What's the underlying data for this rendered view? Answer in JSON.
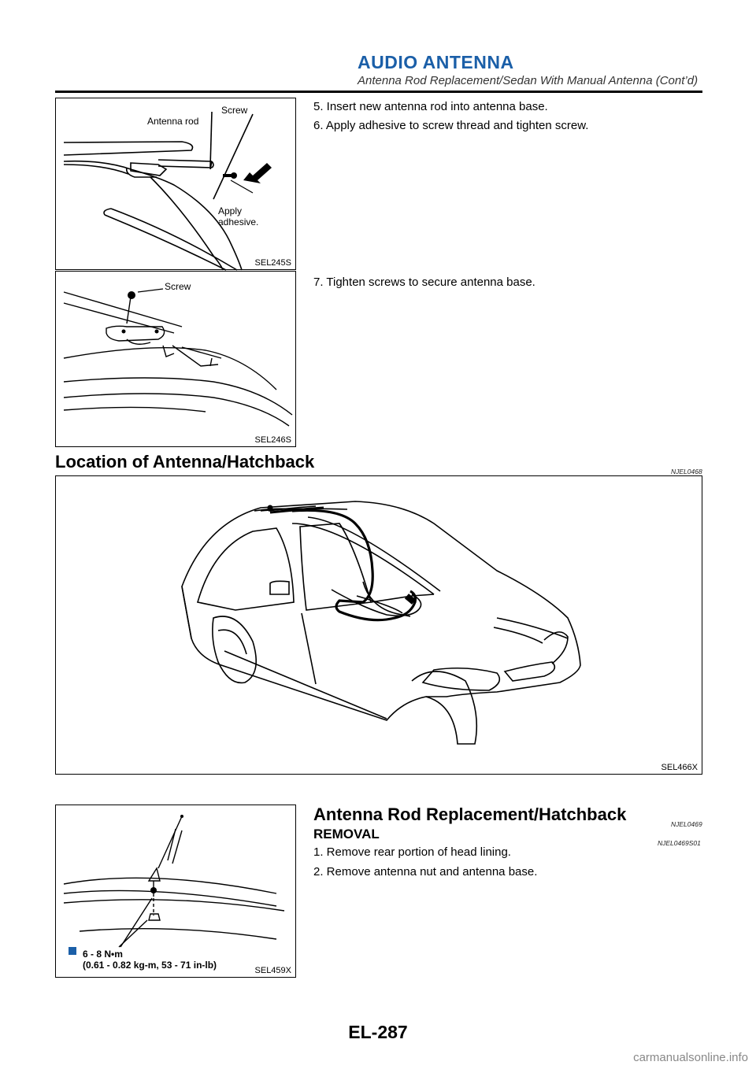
{
  "header": {
    "title": "AUDIO ANTENNA",
    "subtitle": "Antenna Rod Replacement/Sedan With Manual Antenna (Cont’d)"
  },
  "figures": {
    "fig1": {
      "code": "SEL245S",
      "label_antenna_rod": "Antenna rod",
      "label_screw": "Screw",
      "label_apply": "Apply",
      "label_adhesive": "adhesive."
    },
    "fig2": {
      "code": "SEL246S",
      "label_screw": "Screw"
    },
    "fig3": {
      "code": "SEL466X"
    },
    "fig4": {
      "code": "SEL459X",
      "torque_line1": "6 - 8 N•m",
      "torque_line2": "(0.61 - 0.82 kg-m, 53 - 71 in-lb)"
    }
  },
  "steps_sedan": [
    "5. Insert new antenna rod into antenna base.",
    "6. Apply adhesive to screw thread and tighten screw.",
    "7. Tighten screws to secure antenna base."
  ],
  "section_location": {
    "title": "Location of Antenna/Hatchback",
    "ref": "NJEL0468"
  },
  "section_replacement": {
    "title": "Antenna Rod Replacement/Hatchback",
    "ref": "NJEL0469",
    "sub_title": "REMOVAL",
    "sub_ref": "NJEL0469S01",
    "steps": [
      "1. Remove rear portion of head lining.",
      "2. Remove antenna nut and antenna base."
    ]
  },
  "footer": {
    "page": "EL-287"
  },
  "watermark": "carmanualsonline.info"
}
